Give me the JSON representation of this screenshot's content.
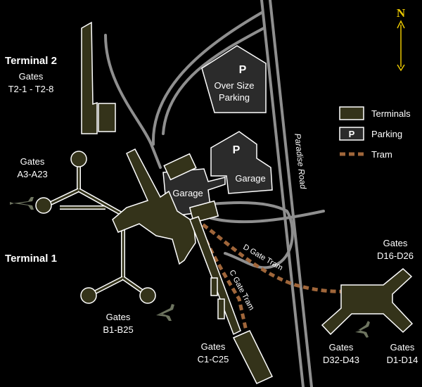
{
  "colors": {
    "background": "#000000",
    "terminal_fill": "#34331a",
    "parking_fill": "#2b2b2b",
    "road": "#8f8f8f",
    "tram": "#a0663a",
    "north_arrow": "#e8c600",
    "plane": "#6e7560"
  },
  "compass": {
    "letter": "N",
    "icon": "north-arrow-icon"
  },
  "terminal2": {
    "title": "Terminal 2",
    "gates_word": "Gates",
    "gates_range": "T2-1 - T2-8"
  },
  "terminal1": {
    "title": "Terminal 1"
  },
  "gates_a": {
    "line1": "Gates",
    "line2": "A3-A23"
  },
  "gates_b": {
    "line1": "Gates",
    "line2": "B1-B25"
  },
  "gates_c": {
    "line1": "Gates",
    "line2": "C1-C25"
  },
  "gates_d16": {
    "line1": "Gates",
    "line2": "D16-D26"
  },
  "gates_d32": {
    "line1": "Gates",
    "line2": "D32-D43"
  },
  "gates_d1": {
    "line1": "Gates",
    "line2": "D1-D14"
  },
  "parking": {
    "oversize_symbol": "P",
    "oversize_line1": "Over Size",
    "oversize_line2": "Parking",
    "garage_symbol": "P",
    "garage_label": "Garage",
    "garage_main_label": "Garage"
  },
  "trams": {
    "d_gate": "D Gate Tram",
    "c_gate": "C Gate Tram"
  },
  "road": {
    "name": "Paradise Road"
  },
  "legend": {
    "terminals": "Terminals",
    "parking_symbol": "P",
    "parking": "Parking",
    "tram": "Tram"
  }
}
